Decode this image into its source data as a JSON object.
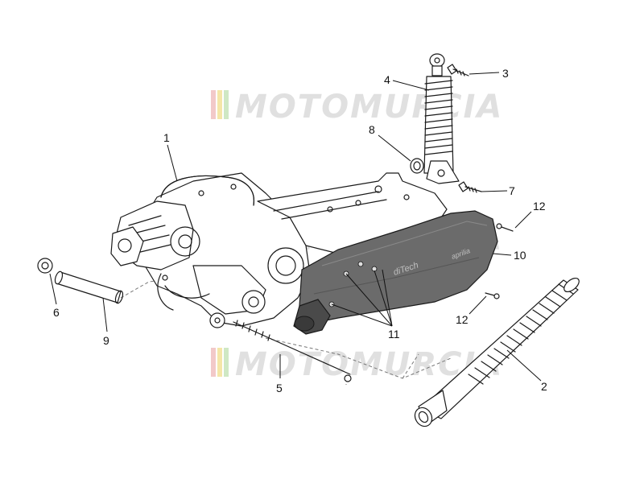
{
  "watermark": {
    "text": "MOTOMURCIA",
    "stripe_colors": [
      "#f2c9c9",
      "#f4e6a8",
      "#cfe8c4"
    ]
  },
  "callouts": {
    "c1": "1",
    "c2": "2",
    "c3": "3",
    "c4": "4",
    "c5": "5",
    "c6": "6",
    "c7": "7",
    "c8": "8",
    "c9": "9",
    "c10": "10",
    "c11": "11",
    "c12a": "12",
    "c12b": "12"
  },
  "cover_brand": "aprilia",
  "cover_text": "diTech",
  "colors": {
    "cover": "#6b6b6b",
    "cover_dark": "#4a4a4a",
    "line": "#1a1a1a"
  }
}
